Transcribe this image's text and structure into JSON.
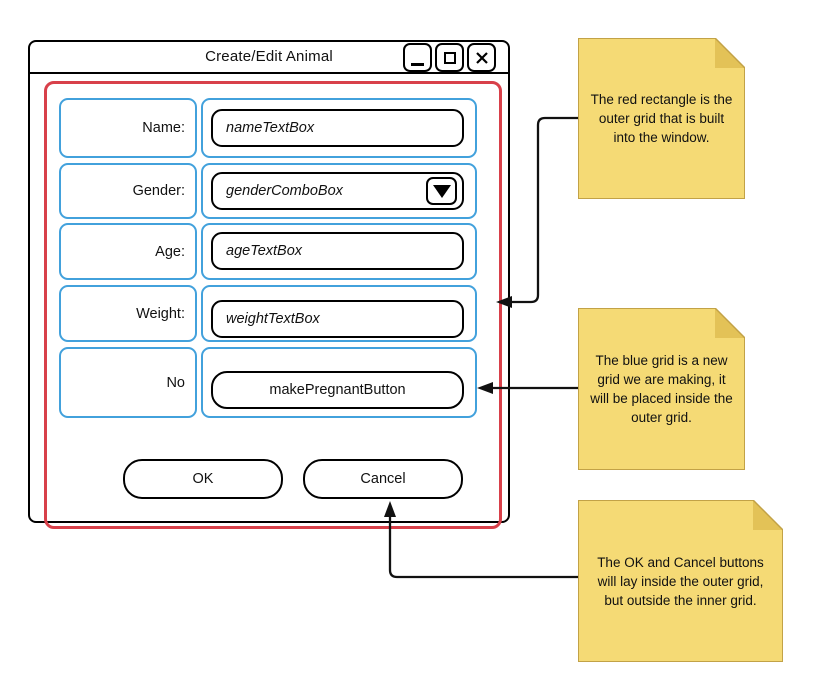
{
  "window": {
    "title": "Create/Edit Animal",
    "controls": {
      "minimize": "minimize",
      "maximize": "maximize",
      "close": "close"
    }
  },
  "form": {
    "rows": [
      {
        "label": "Name:",
        "control": "nameTextBox",
        "type": "textbox"
      },
      {
        "label": "Gender:",
        "control": "genderComboBox",
        "type": "combobox"
      },
      {
        "label": "Age:",
        "control": "ageTextBox",
        "type": "textbox"
      },
      {
        "label": "Weight:",
        "control": "weightTextBox",
        "type": "textbox"
      },
      {
        "label": "No",
        "control": "makePregnantButton",
        "type": "button"
      }
    ]
  },
  "actions": {
    "ok": "OK",
    "cancel": "Cancel"
  },
  "notes": [
    {
      "text": "The red rectangle is the outer grid that is built into the window."
    },
    {
      "text": "The blue grid is a new grid we are making, it will be placed inside the outer grid."
    },
    {
      "text": "The OK and Cancel buttons will lay inside the outer grid, but outside the inner grid."
    }
  ],
  "colors": {
    "outer_grid_red": "#d8404a",
    "inner_grid_blue": "#42a1dc",
    "note_fill": "#f5da75",
    "note_fold": "#e3c257",
    "note_border": "#c2a247",
    "stroke_black": "#111111"
  }
}
